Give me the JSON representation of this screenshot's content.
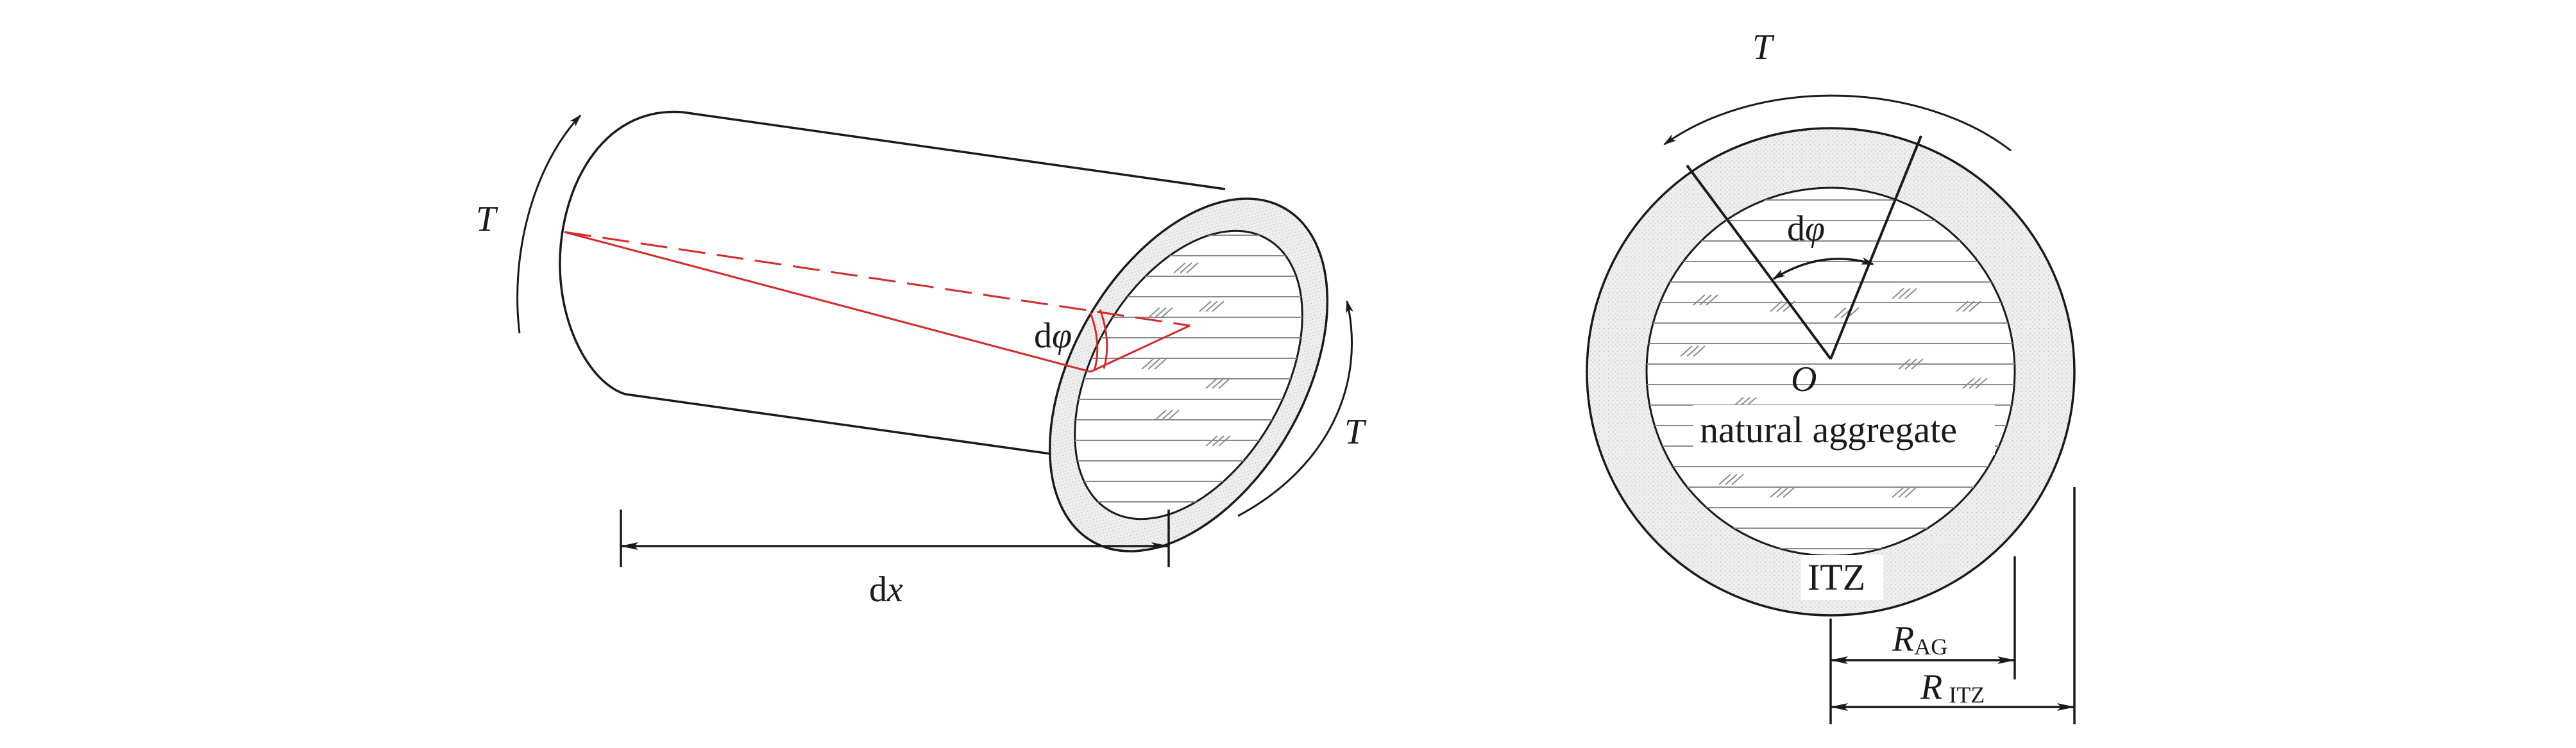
{
  "left_figure": {
    "torque_top": "T",
    "torque_bottom": "T",
    "angle_d": "d",
    "angle_phi": "φ",
    "length_d": "d",
    "length_x": "x"
  },
  "right_figure": {
    "torque": "T",
    "angle_d": "d",
    "angle_phi": "φ",
    "center": "O",
    "core_label": "natural aggregate",
    "ring_label": "ITZ",
    "r_ag_main": "R",
    "r_ag_sub": "AG",
    "r_itz_main": "R",
    "r_itz_sub": "ITZ"
  },
  "colors": {
    "line": "#1a1a1a",
    "twist_line": "#d42a2a",
    "itz_fill": "#ececec",
    "hatch": "#8a8a8a"
  }
}
